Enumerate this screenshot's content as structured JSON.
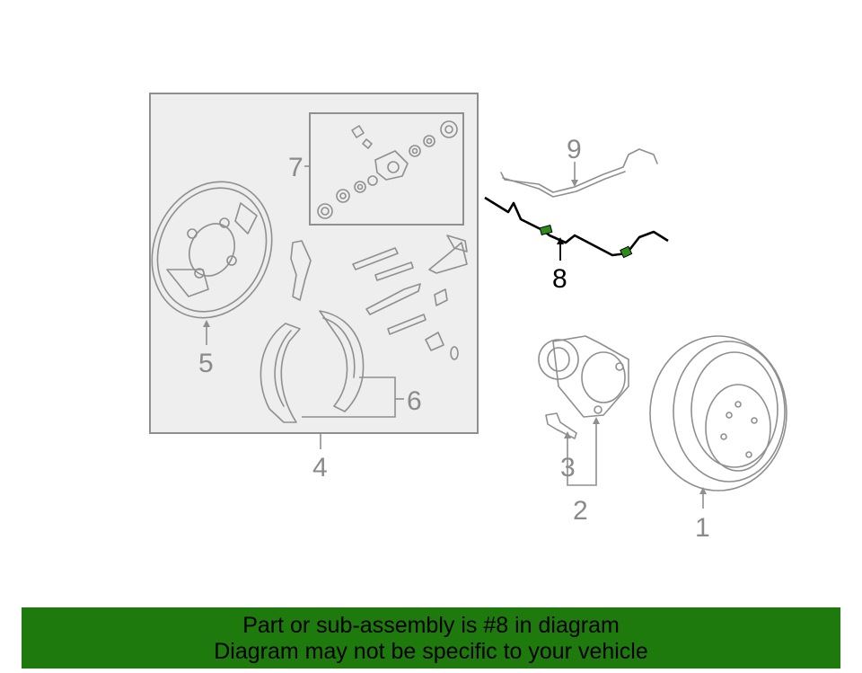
{
  "callouts": {
    "c1": "1",
    "c2": "2",
    "c3": "3",
    "c4": "4",
    "c5": "5",
    "c6": "6",
    "c7": "7",
    "c8": "8",
    "c9": "9"
  },
  "colors": {
    "line_gray": "#8f8f8f",
    "highlight_part": "#000000",
    "clip_green": "#2e8b1a",
    "banner_bg": "#1f7a0e"
  },
  "banner": {
    "line1": "Part or sub-assembly is #8 in diagram",
    "line2": "Diagram may not be specific to your vehicle"
  }
}
